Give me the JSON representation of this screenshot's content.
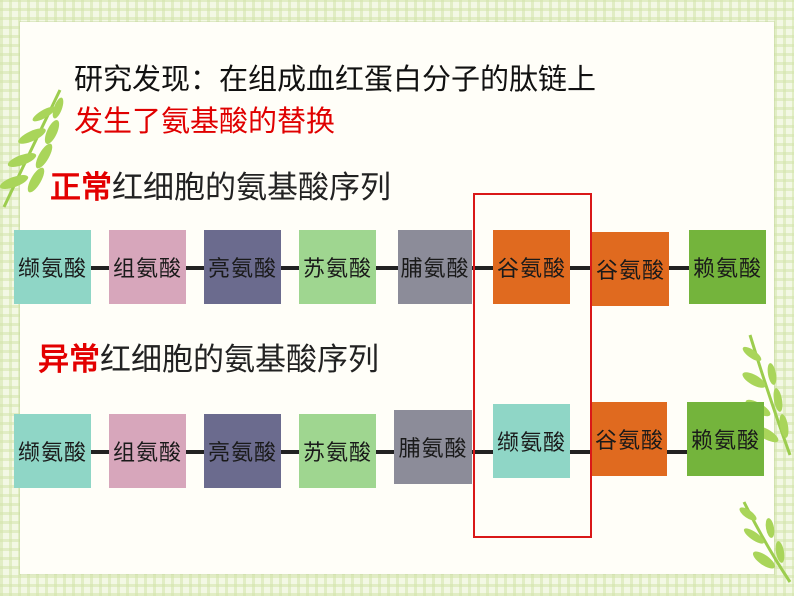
{
  "intro": {
    "line1": "研究发现：在组成血红蛋白分子的肽链上",
    "line2": "发生了氨基酸的替换"
  },
  "normal": {
    "title_highlight": "正常",
    "title_rest": "红细胞的氨基酸序列",
    "sequence": [
      "缬氨酸",
      "组氨酸",
      "亮氨酸",
      "苏氨酸",
      "脯氨酸",
      "谷氨酸",
      "谷氨酸",
      "赖氨酸"
    ]
  },
  "abnormal": {
    "title_highlight": "异常",
    "title_rest": "红细胞的氨基酸序列",
    "sequence": [
      "缬氨酸",
      "组氨酸",
      "亮氨酸",
      "苏氨酸",
      "脯氨酸",
      "缬氨酸",
      "谷氨酸",
      "赖氨酸"
    ]
  },
  "colors": {
    "highlight_text": "#e30000",
    "highlight_frame": "#d91818",
    "valine": "#8fd6c6",
    "histidine": "#d7a6bb",
    "leucine": "#6b6b8e",
    "threonine": "#9fd690",
    "proline": "#8c8c99",
    "glutamate": "#e06a1f",
    "lysine": "#74b43c",
    "background": "#f3f8e4"
  },
  "decor": {
    "leaf_icon": "leaf-icon"
  }
}
